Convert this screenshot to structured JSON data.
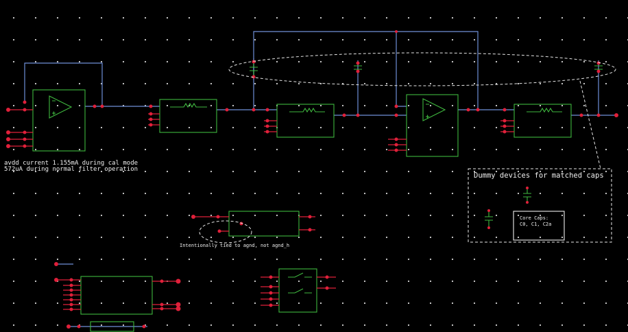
{
  "annotations": {
    "current_line1": "avdd current 1.155mA during cal mode",
    "current_line2": "572uA during normal filter operation",
    "tied_note": "Intentionally tied to agnd, not agnd_h",
    "dummy_title": "Dummy devices for matched caps",
    "core_caps_line1": "Core Caps:",
    "core_caps_line2": "C0, C1, C2a"
  },
  "colors": {
    "background": "#000000",
    "wire": "#6f8fd8",
    "instance": "#3fb83f",
    "pin": "#e0203a",
    "annotation": "#f0f0f0"
  },
  "symbols": [
    "opamp-symbol",
    "resistor-symbol",
    "capacitor-symbol",
    "switch-symbol"
  ]
}
